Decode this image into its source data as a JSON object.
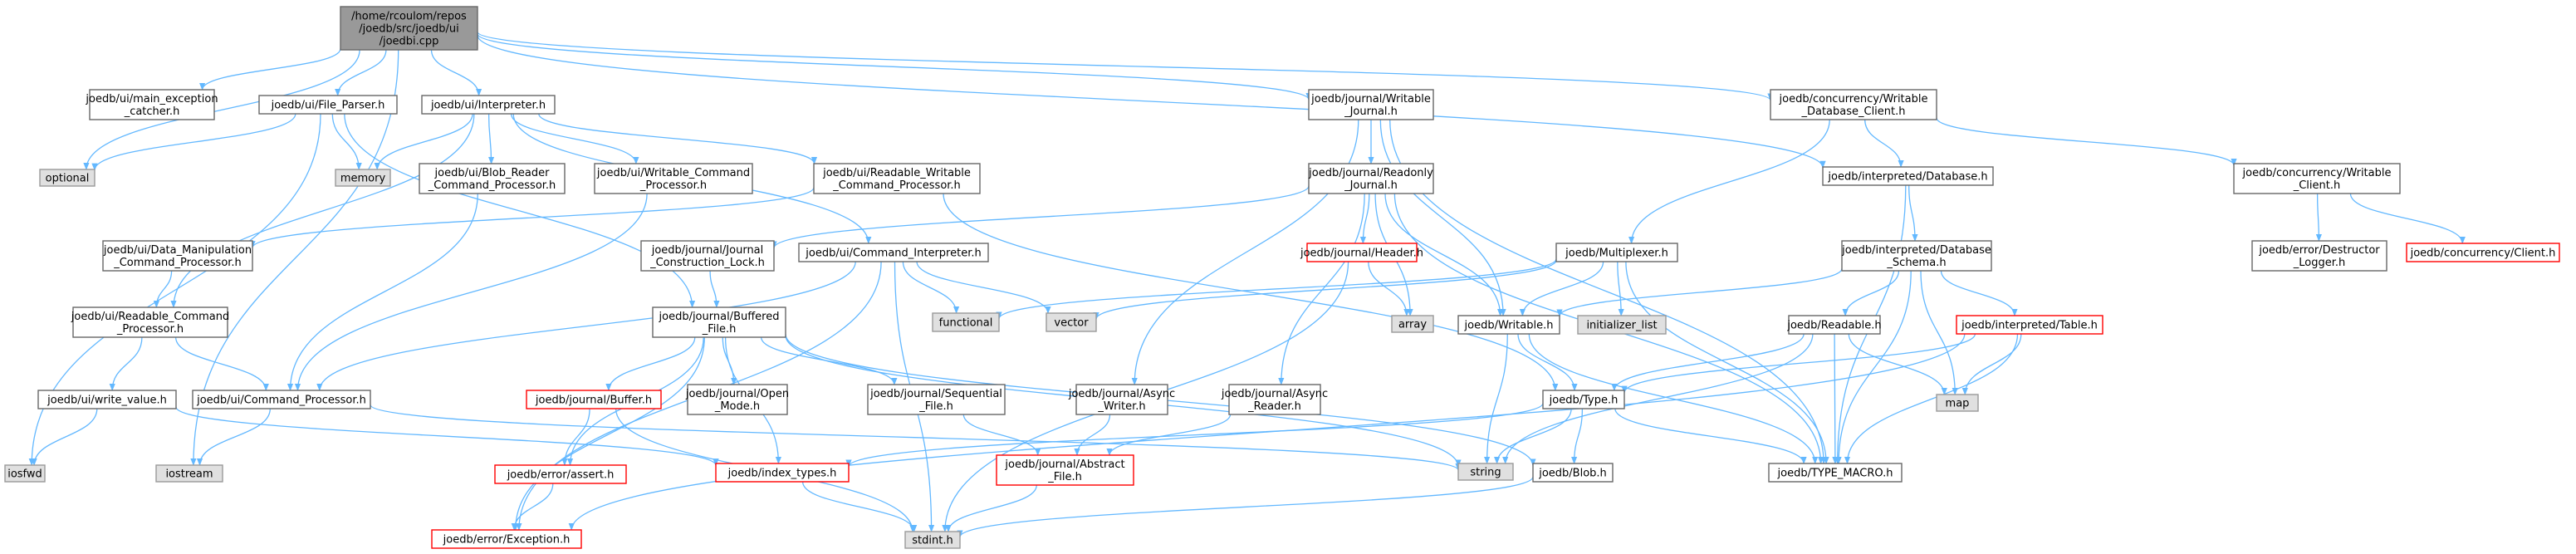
{
  "colors": {
    "edge": "#63b8ff",
    "root_fill": "#999999",
    "root_stroke": "#666666",
    "node_stroke": "#666666",
    "system_fill": "#e0e0e0",
    "system_stroke": "#999999",
    "truncated_stroke": "#ff0000"
  },
  "nodes": {
    "root": {
      "lines": [
        "/home/rcoulom/repos",
        "/joedb/src/joedb/ui",
        "/joedbi.cpp"
      ],
      "kind": "root"
    },
    "main_exception": {
      "lines": [
        "joedb/ui/main_exception",
        "_catcher.h"
      ],
      "kind": "normal"
    },
    "file_parser": {
      "lines": [
        "joedb/ui/File_Parser.h"
      ],
      "kind": "normal"
    },
    "interpreter": {
      "lines": [
        "joedb/ui/Interpreter.h"
      ],
      "kind": "normal"
    },
    "writable_journal": {
      "lines": [
        "joedb/journal/Writable",
        "_Journal.h"
      ],
      "kind": "normal"
    },
    "writable_db_client": {
      "lines": [
        "joedb/concurrency/Writable",
        "_Database_Client.h"
      ],
      "kind": "normal"
    },
    "optional": {
      "lines": [
        "optional"
      ],
      "kind": "system"
    },
    "memory": {
      "lines": [
        "memory"
      ],
      "kind": "system"
    },
    "blob_reader": {
      "lines": [
        "joedb/ui/Blob_Reader",
        "_Command_Processor.h"
      ],
      "kind": "normal"
    },
    "writable_cmd": {
      "lines": [
        "joedb/ui/Writable_Command",
        "_Processor.h"
      ],
      "kind": "normal"
    },
    "readable_writable_cmd": {
      "lines": [
        "joedb/ui/Readable_Writable",
        "_Command_Processor.h"
      ],
      "kind": "normal"
    },
    "readonly_journal": {
      "lines": [
        "joedb/journal/Readonly",
        "_Journal.h"
      ],
      "kind": "normal"
    },
    "interp_database": {
      "lines": [
        "joedb/interpreted/Database.h"
      ],
      "kind": "normal"
    },
    "writable_client": {
      "lines": [
        "joedb/concurrency/Writable",
        "_Client.h"
      ],
      "kind": "normal"
    },
    "data_manip": {
      "lines": [
        "joedb/ui/Data_Manipulation",
        "_Command_Processor.h"
      ],
      "kind": "normal"
    },
    "journal_lock": {
      "lines": [
        "joedb/journal/Journal",
        "_Construction_Lock.h"
      ],
      "kind": "normal"
    },
    "cmd_interpreter": {
      "lines": [
        "joedb/ui/Command_Interpreter.h"
      ],
      "kind": "normal"
    },
    "header": {
      "lines": [
        "joedb/journal/Header.h"
      ],
      "kind": "truncated"
    },
    "multiplexer": {
      "lines": [
        "joedb/Multiplexer.h"
      ],
      "kind": "normal"
    },
    "db_schema": {
      "lines": [
        "joedb/interpreted/Database",
        "_Schema.h"
      ],
      "kind": "normal"
    },
    "destructor_logger": {
      "lines": [
        "joedb/error/Destructor",
        "_Logger.h"
      ],
      "kind": "normal"
    },
    "client": {
      "lines": [
        "joedb/concurrency/Client.h"
      ],
      "kind": "truncated"
    },
    "readable_cmd": {
      "lines": [
        "joedb/ui/Readable_Command",
        "_Processor.h"
      ],
      "kind": "normal"
    },
    "buffered_file": {
      "lines": [
        "joedb/journal/Buffered",
        "_File.h"
      ],
      "kind": "normal"
    },
    "functional": {
      "lines": [
        "functional"
      ],
      "kind": "system"
    },
    "vector": {
      "lines": [
        "vector"
      ],
      "kind": "system"
    },
    "array": {
      "lines": [
        "array"
      ],
      "kind": "system"
    },
    "writable": {
      "lines": [
        "joedb/Writable.h"
      ],
      "kind": "normal"
    },
    "initializer_list": {
      "lines": [
        "initializer_list"
      ],
      "kind": "system"
    },
    "readable": {
      "lines": [
        "joedb/Readable.h"
      ],
      "kind": "normal"
    },
    "interp_table": {
      "lines": [
        "joedb/interpreted/Table.h"
      ],
      "kind": "truncated"
    },
    "write_value": {
      "lines": [
        "joedb/ui/write_value.h"
      ],
      "kind": "normal"
    },
    "command_processor": {
      "lines": [
        "joedb/ui/Command_Processor.h"
      ],
      "kind": "normal"
    },
    "buffer": {
      "lines": [
        "joedb/journal/Buffer.h"
      ],
      "kind": "truncated"
    },
    "open_mode": {
      "lines": [
        "joedb/journal/Open",
        "_Mode.h"
      ],
      "kind": "normal"
    },
    "sequential_file": {
      "lines": [
        "joedb/journal/Sequential",
        "_File.h"
      ],
      "kind": "normal"
    },
    "async_writer": {
      "lines": [
        "joedb/journal/Async",
        "_Writer.h"
      ],
      "kind": "normal"
    },
    "async_reader": {
      "lines": [
        "joedb/journal/Async",
        "_Reader.h"
      ],
      "kind": "normal"
    },
    "type": {
      "lines": [
        "joedb/Type.h"
      ],
      "kind": "normal"
    },
    "map": {
      "lines": [
        "map"
      ],
      "kind": "system"
    },
    "iosfwd": {
      "lines": [
        "iosfwd"
      ],
      "kind": "system"
    },
    "iostream": {
      "lines": [
        "iostream"
      ],
      "kind": "system"
    },
    "assert": {
      "lines": [
        "joedb/error/assert.h"
      ],
      "kind": "truncated"
    },
    "index_types": {
      "lines": [
        "joedb/index_types.h"
      ],
      "kind": "truncated"
    },
    "abstract_file": {
      "lines": [
        "joedb/journal/Abstract",
        "_File.h"
      ],
      "kind": "truncated"
    },
    "string": {
      "lines": [
        "string"
      ],
      "kind": "system"
    },
    "blob": {
      "lines": [
        "joedb/Blob.h"
      ],
      "kind": "normal"
    },
    "type_macro": {
      "lines": [
        "joedb/TYPE_MACRO.h"
      ],
      "kind": "normal"
    },
    "exception": {
      "lines": [
        "joedb/error/Exception.h"
      ],
      "kind": "truncated"
    },
    "stdint": {
      "lines": [
        "stdint.h"
      ],
      "kind": "system"
    }
  },
  "edges": [
    [
      "root",
      "main_exception"
    ],
    [
      "root",
      "file_parser"
    ],
    [
      "root",
      "interpreter"
    ],
    [
      "root",
      "writable_journal"
    ],
    [
      "root",
      "writable_db_client"
    ],
    [
      "root",
      "optional"
    ],
    [
      "root",
      "iostream"
    ],
    [
      "root",
      "interp_database"
    ],
    [
      "file_parser",
      "optional"
    ],
    [
      "file_parser",
      "memory"
    ],
    [
      "file_parser",
      "buffered_file"
    ],
    [
      "file_parser",
      "iosfwd"
    ],
    [
      "interpreter",
      "memory"
    ],
    [
      "interpreter",
      "blob_reader"
    ],
    [
      "interpreter",
      "writable_cmd"
    ],
    [
      "interpreter",
      "readable_writable_cmd"
    ],
    [
      "interpreter",
      "cmd_interpreter"
    ],
    [
      "interpreter",
      "readable_cmd"
    ],
    [
      "blob_reader",
      "command_processor"
    ],
    [
      "writable_cmd",
      "command_processor"
    ],
    [
      "readable_writable_cmd",
      "data_manip"
    ],
    [
      "readable_writable_cmd",
      "type"
    ],
    [
      "data_manip",
      "readable_cmd"
    ],
    [
      "readable_cmd",
      "write_value"
    ],
    [
      "readable_cmd",
      "command_processor"
    ],
    [
      "write_value",
      "iosfwd"
    ],
    [
      "write_value",
      "index_types"
    ],
    [
      "command_processor",
      "iostream"
    ],
    [
      "command_processor",
      "string"
    ],
    [
      "cmd_interpreter",
      "command_processor"
    ],
    [
      "cmd_interpreter",
      "functional"
    ],
    [
      "cmd_interpreter",
      "vector"
    ],
    [
      "cmd_interpreter",
      "exception"
    ],
    [
      "cmd_interpreter",
      "stdint"
    ],
    [
      "writable_journal",
      "readonly_journal"
    ],
    [
      "writable_journal",
      "writable"
    ],
    [
      "writable_journal",
      "async_writer"
    ],
    [
      "writable_journal",
      "type_macro"
    ],
    [
      "readonly_journal",
      "journal_lock"
    ],
    [
      "readonly_journal",
      "header"
    ],
    [
      "readonly_journal",
      "array"
    ],
    [
      "readonly_journal",
      "async_reader"
    ],
    [
      "readonly_journal",
      "writable"
    ],
    [
      "readonly_journal",
      "type_macro"
    ],
    [
      "journal_lock",
      "buffered_file"
    ],
    [
      "header",
      "array"
    ],
    [
      "header",
      "stdint"
    ],
    [
      "buffered_file",
      "buffer"
    ],
    [
      "buffered_file",
      "open_mode"
    ],
    [
      "buffered_file",
      "sequential_file"
    ],
    [
      "buffered_file",
      "index_types"
    ],
    [
      "buffered_file",
      "string"
    ],
    [
      "buffered_file",
      "blob"
    ],
    [
      "buffered_file",
      "assert"
    ],
    [
      "buffered_file",
      "exception"
    ],
    [
      "buffer",
      "assert"
    ],
    [
      "buffer",
      "stdint"
    ],
    [
      "assert",
      "exception"
    ],
    [
      "sequential_file",
      "abstract_file"
    ],
    [
      "async_writer",
      "abstract_file"
    ],
    [
      "async_reader",
      "abstract_file"
    ],
    [
      "abstract_file",
      "stdint"
    ],
    [
      "index_types",
      "stdint"
    ],
    [
      "writable_db_client",
      "interp_database"
    ],
    [
      "writable_db_client",
      "multiplexer"
    ],
    [
      "writable_db_client",
      "writable_client"
    ],
    [
      "writable_client",
      "destructor_logger"
    ],
    [
      "writable_client",
      "client"
    ],
    [
      "interp_database",
      "db_schema"
    ],
    [
      "interp_database",
      "type_macro"
    ],
    [
      "multiplexer",
      "writable"
    ],
    [
      "multiplexer",
      "functional"
    ],
    [
      "multiplexer",
      "vector"
    ],
    [
      "multiplexer",
      "initializer_list"
    ],
    [
      "multiplexer",
      "type_macro"
    ],
    [
      "db_schema",
      "readable"
    ],
    [
      "db_schema",
      "interp_table"
    ],
    [
      "db_schema",
      "map"
    ],
    [
      "db_schema",
      "writable"
    ],
    [
      "db_schema",
      "type_macro"
    ],
    [
      "writable",
      "type"
    ],
    [
      "writable",
      "string"
    ],
    [
      "writable",
      "type_macro"
    ],
    [
      "readable",
      "type"
    ],
    [
      "readable",
      "map"
    ],
    [
      "readable",
      "type_macro"
    ],
    [
      "readable",
      "string"
    ],
    [
      "interp_table",
      "type"
    ],
    [
      "interp_table",
      "map"
    ],
    [
      "interp_table",
      "type_macro"
    ],
    [
      "interp_table",
      "exception"
    ],
    [
      "type",
      "index_types"
    ],
    [
      "type",
      "string"
    ],
    [
      "type",
      "blob"
    ],
    [
      "type",
      "type_macro"
    ],
    [
      "blob",
      "stdint"
    ]
  ]
}
